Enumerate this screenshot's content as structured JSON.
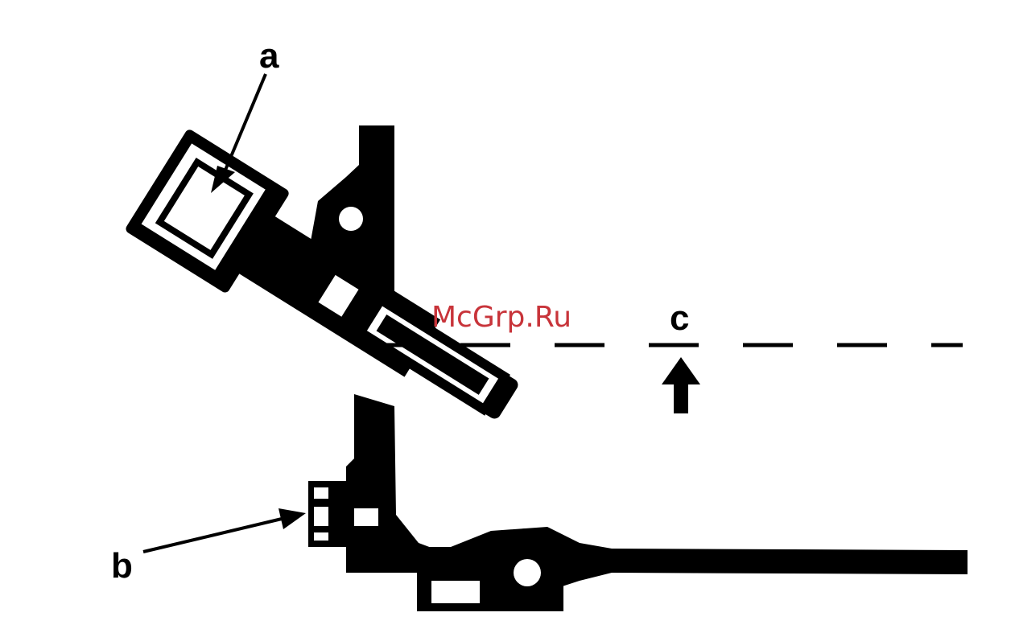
{
  "labels": {
    "a": "a",
    "b": "b",
    "c": "c"
  },
  "watermark": "McGrp.Ru",
  "colors": {
    "ink": "#000000",
    "paper": "#ffffff",
    "watermark": "#c8343a"
  }
}
